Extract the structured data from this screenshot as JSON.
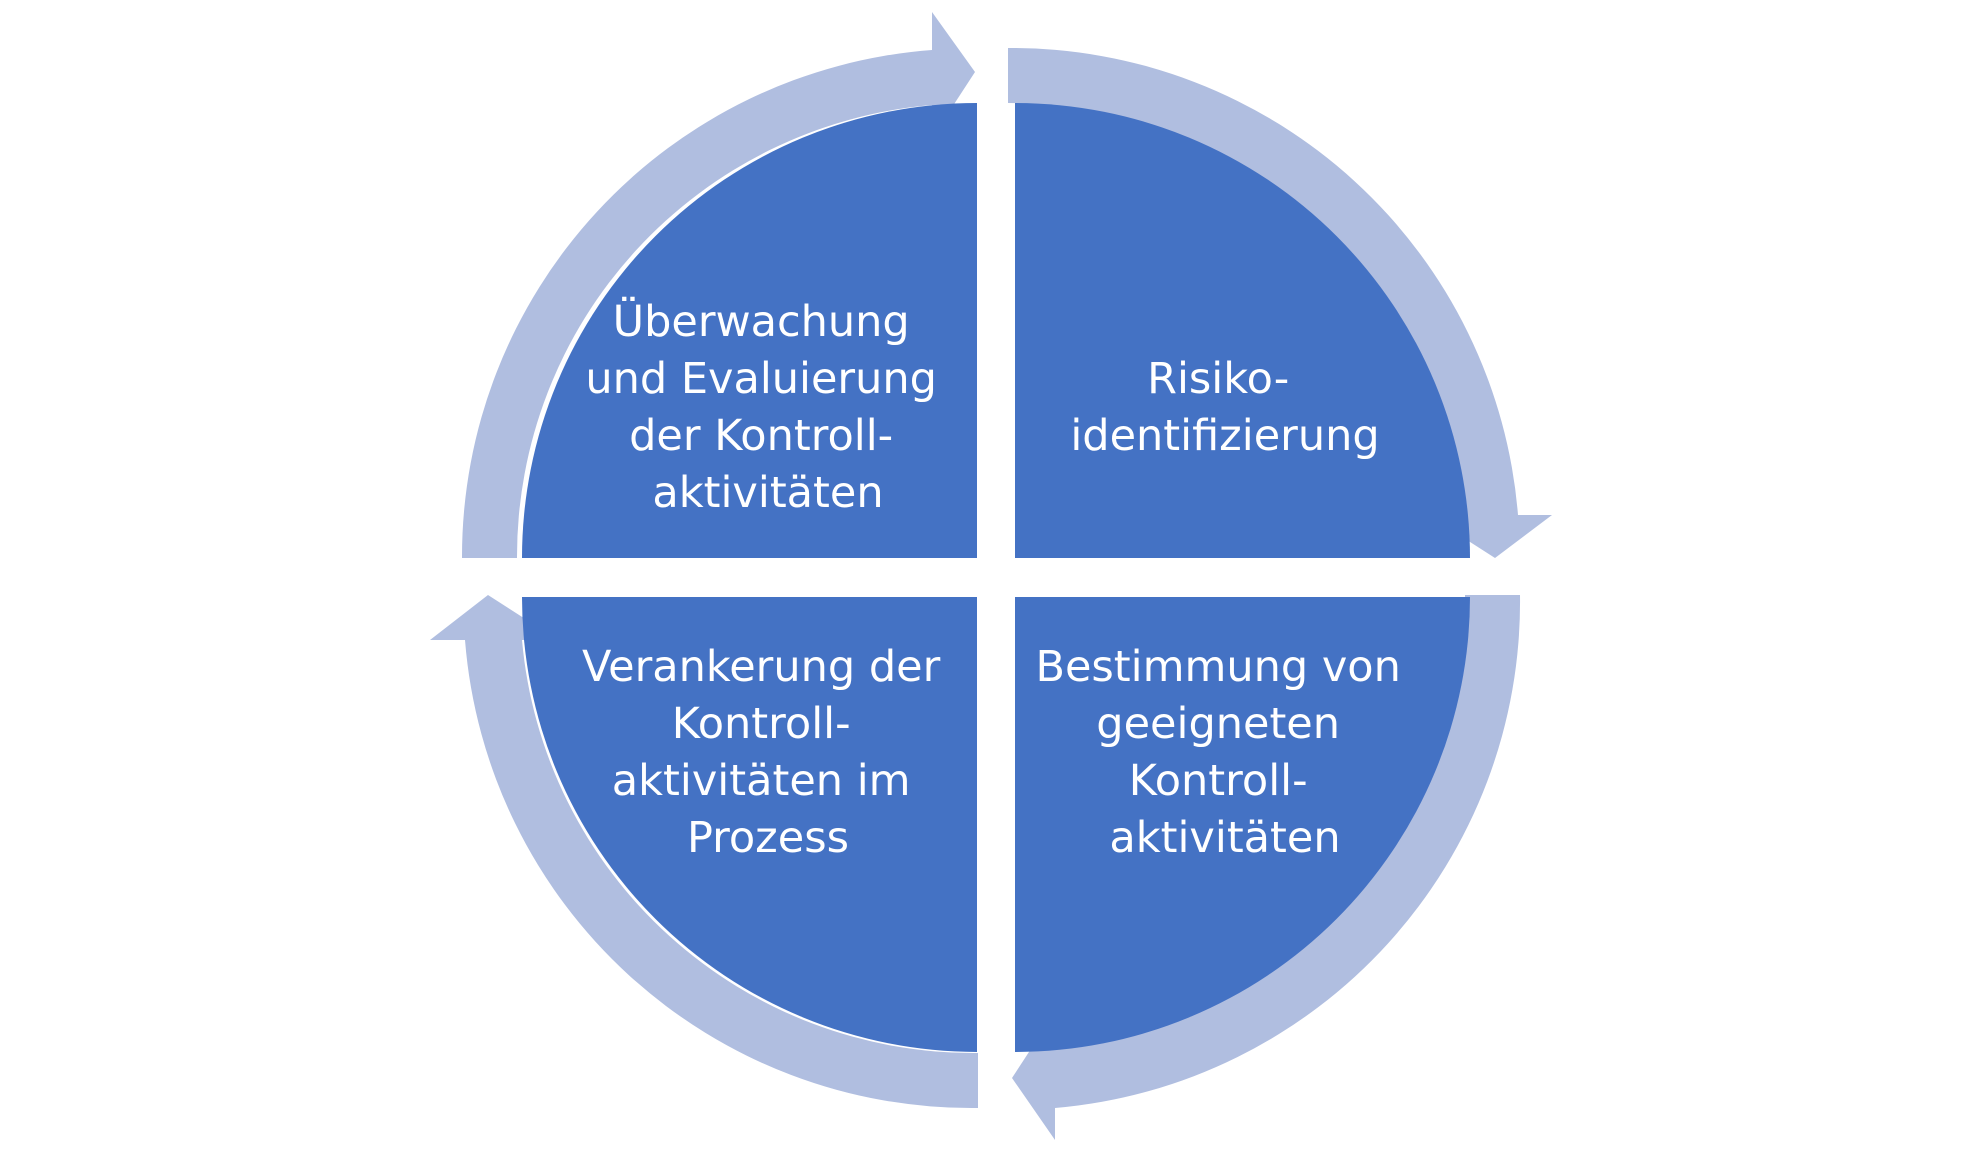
{
  "colors": {
    "quadrant_fill": "#4472C4",
    "arrow_fill": "#B0BEE0",
    "background": "#FFFFFF",
    "label_text": "#FFFFFF"
  },
  "quadrants": [
    {
      "id": "top-left",
      "lines": [
        "Überwachung",
        "und Evaluierung",
        "der Kontroll-",
        "aktivitäten"
      ]
    },
    {
      "id": "top-right",
      "lines": [
        "Risiko-",
        "identifizierung"
      ]
    },
    {
      "id": "bottom-right",
      "lines": [
        "Bestimmung von",
        "geeigneten",
        "Kontroll-",
        "aktivitäten"
      ]
    },
    {
      "id": "bottom-left",
      "lines": [
        "Verankerung der",
        "Kontroll-",
        "aktivitäten im",
        "Prozess"
      ]
    }
  ],
  "cycle": {
    "direction": "clockwise",
    "arrows": [
      "top-right-arrow",
      "bottom-right-arrow",
      "bottom-left-arrow",
      "top-left-arrow"
    ]
  }
}
